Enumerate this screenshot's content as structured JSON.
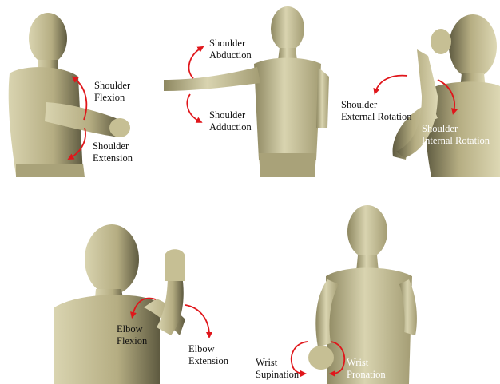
{
  "colors": {
    "arrow": "#e0161b",
    "skin_light": "#d9d4b0",
    "skin_mid": "#b5ad82",
    "skin_dark": "#6f6a4c",
    "label_dark": "#111111",
    "label_light": "#ffffff"
  },
  "panels": [
    {
      "id": "shoulder-flexion-extension",
      "labels": [
        {
          "key": "flexion",
          "lines": [
            "Shoulder",
            "Flexion"
          ]
        },
        {
          "key": "extension",
          "lines": [
            "Shoulder",
            "Extension"
          ]
        }
      ]
    },
    {
      "id": "shoulder-abduction-adduction",
      "labels": [
        {
          "key": "abduction",
          "lines": [
            "Shoulder",
            "Abduction"
          ]
        },
        {
          "key": "adduction",
          "lines": [
            "Shoulder",
            "Adduction"
          ]
        }
      ]
    },
    {
      "id": "shoulder-rotation",
      "labels": [
        {
          "key": "external",
          "lines": [
            "Shoulder",
            "External Rotation"
          ]
        },
        {
          "key": "internal",
          "lines": [
            "Shoulder",
            "Internal Rotation"
          ]
        }
      ]
    },
    {
      "id": "elbow-flexion-extension",
      "labels": [
        {
          "key": "flexion",
          "lines": [
            "Elbow",
            "Flexion"
          ]
        },
        {
          "key": "extension",
          "lines": [
            "Elbow",
            "Extension"
          ]
        }
      ]
    },
    {
      "id": "wrist-supination-pronation",
      "labels": [
        {
          "key": "supination",
          "lines": [
            "Wrist",
            "Supination"
          ]
        },
        {
          "key": "pronation",
          "lines": [
            "Wrist",
            "Pronation"
          ]
        }
      ]
    }
  ]
}
